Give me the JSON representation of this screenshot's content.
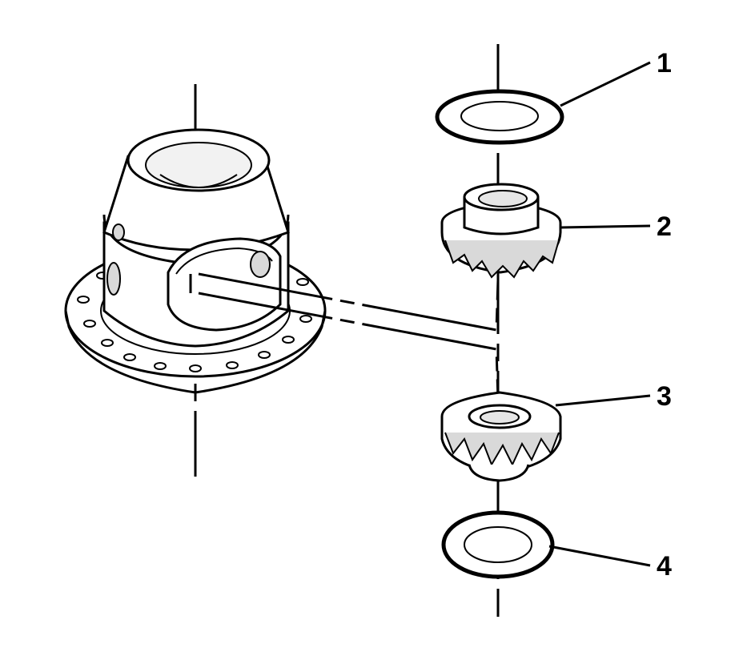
{
  "callouts": [
    {
      "id": "washer-top",
      "label": "1"
    },
    {
      "id": "side-gear-top",
      "label": "2"
    },
    {
      "id": "side-gear-bottom",
      "label": "3"
    },
    {
      "id": "washer-bottom",
      "label": "4"
    }
  ],
  "colors": {
    "ink": "#000000",
    "background": "#ffffff",
    "shade": "#d9d9d9"
  }
}
